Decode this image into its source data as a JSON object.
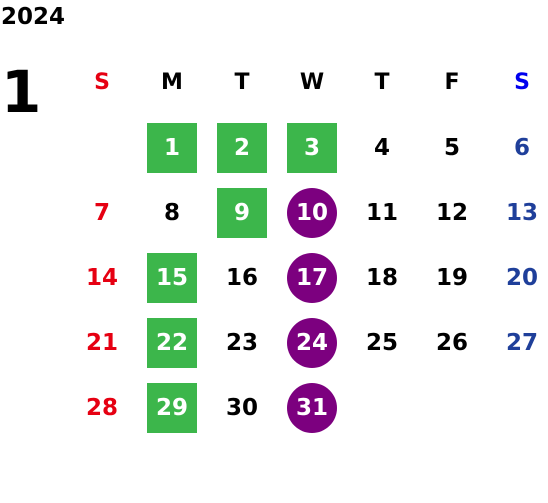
{
  "calendar": {
    "year": "2024",
    "month": "1",
    "weekdays": [
      "S",
      "M",
      "T",
      "W",
      "T",
      "F",
      "S"
    ],
    "weeks": [
      [
        {
          "day": "",
          "style": "blank"
        },
        {
          "day": "1",
          "style": "green"
        },
        {
          "day": "2",
          "style": "green"
        },
        {
          "day": "3",
          "style": "green"
        },
        {
          "day": "4",
          "style": "normal"
        },
        {
          "day": "5",
          "style": "normal"
        },
        {
          "day": "6",
          "style": "normal"
        }
      ],
      [
        {
          "day": "7",
          "style": "normal"
        },
        {
          "day": "8",
          "style": "normal"
        },
        {
          "day": "9",
          "style": "green"
        },
        {
          "day": "10",
          "style": "purple"
        },
        {
          "day": "11",
          "style": "normal"
        },
        {
          "day": "12",
          "style": "normal"
        },
        {
          "day": "13",
          "style": "normal"
        }
      ],
      [
        {
          "day": "14",
          "style": "normal"
        },
        {
          "day": "15",
          "style": "green"
        },
        {
          "day": "16",
          "style": "normal"
        },
        {
          "day": "17",
          "style": "purple"
        },
        {
          "day": "18",
          "style": "normal"
        },
        {
          "day": "19",
          "style": "normal"
        },
        {
          "day": "20",
          "style": "normal"
        }
      ],
      [
        {
          "day": "21",
          "style": "normal"
        },
        {
          "day": "22",
          "style": "green"
        },
        {
          "day": "23",
          "style": "normal"
        },
        {
          "day": "24",
          "style": "purple"
        },
        {
          "day": "25",
          "style": "normal"
        },
        {
          "day": "26",
          "style": "normal"
        },
        {
          "day": "27",
          "style": "normal"
        }
      ],
      [
        {
          "day": "28",
          "style": "normal"
        },
        {
          "day": "29",
          "style": "green"
        },
        {
          "day": "30",
          "style": "normal"
        },
        {
          "day": "31",
          "style": "purple"
        },
        {
          "day": "",
          "style": "blank"
        },
        {
          "day": "",
          "style": "blank"
        },
        {
          "day": "",
          "style": "blank"
        }
      ]
    ]
  },
  "colors": {
    "sunday": "#e60012",
    "saturday": "#1f3f9a",
    "saturday_header": "#0000ee",
    "green_highlight": "#3cb64b",
    "purple_highlight": "#7c007f",
    "text": "#000000"
  }
}
